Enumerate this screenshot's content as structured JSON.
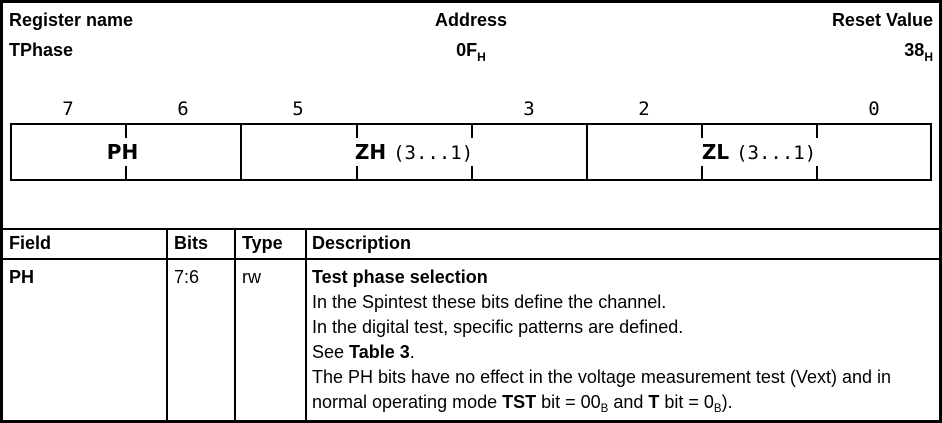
{
  "header": {
    "register_name_label": "Register name",
    "address_label": "Address",
    "reset_value_label": "Reset Value",
    "register_name": "TPhase",
    "address_value": "0F",
    "address_subscript": "H",
    "reset_value": "38",
    "reset_subscript": "H"
  },
  "register_diagram": {
    "bit_labels": [
      "7",
      "6",
      "5",
      "3",
      "2",
      "0"
    ],
    "fields": [
      {
        "name": "PH",
        "range": ""
      },
      {
        "name": "ZH",
        "range": "(3...1)"
      },
      {
        "name": "ZL",
        "range": "(3...1)"
      }
    ]
  },
  "table": {
    "headers": [
      "Field",
      "Bits",
      "Type",
      "Description"
    ],
    "row": {
      "field": "PH",
      "bits": "7:6",
      "type": "rw",
      "description": {
        "title": "Test phase selection",
        "line2": "In the Spintest these bits define the channel.",
        "line3": "In the digital test, specific patterns are defined.",
        "line4_pre": "See ",
        "line4_bold": "Table 3",
        "line4_post": ".",
        "line5": "The PH bits have no effect in the voltage measurement test (Vext) and in",
        "line6_pre": "normal operating mode ",
        "line6_bold1": "TST",
        "line6_mid1": " bit = 00",
        "line6_sub1": "B",
        "line6_mid2": " and ",
        "line6_bold2": "T",
        "line6_mid3": " bit = 0",
        "line6_sub2": "B",
        "line6_post": ")."
      }
    }
  }
}
